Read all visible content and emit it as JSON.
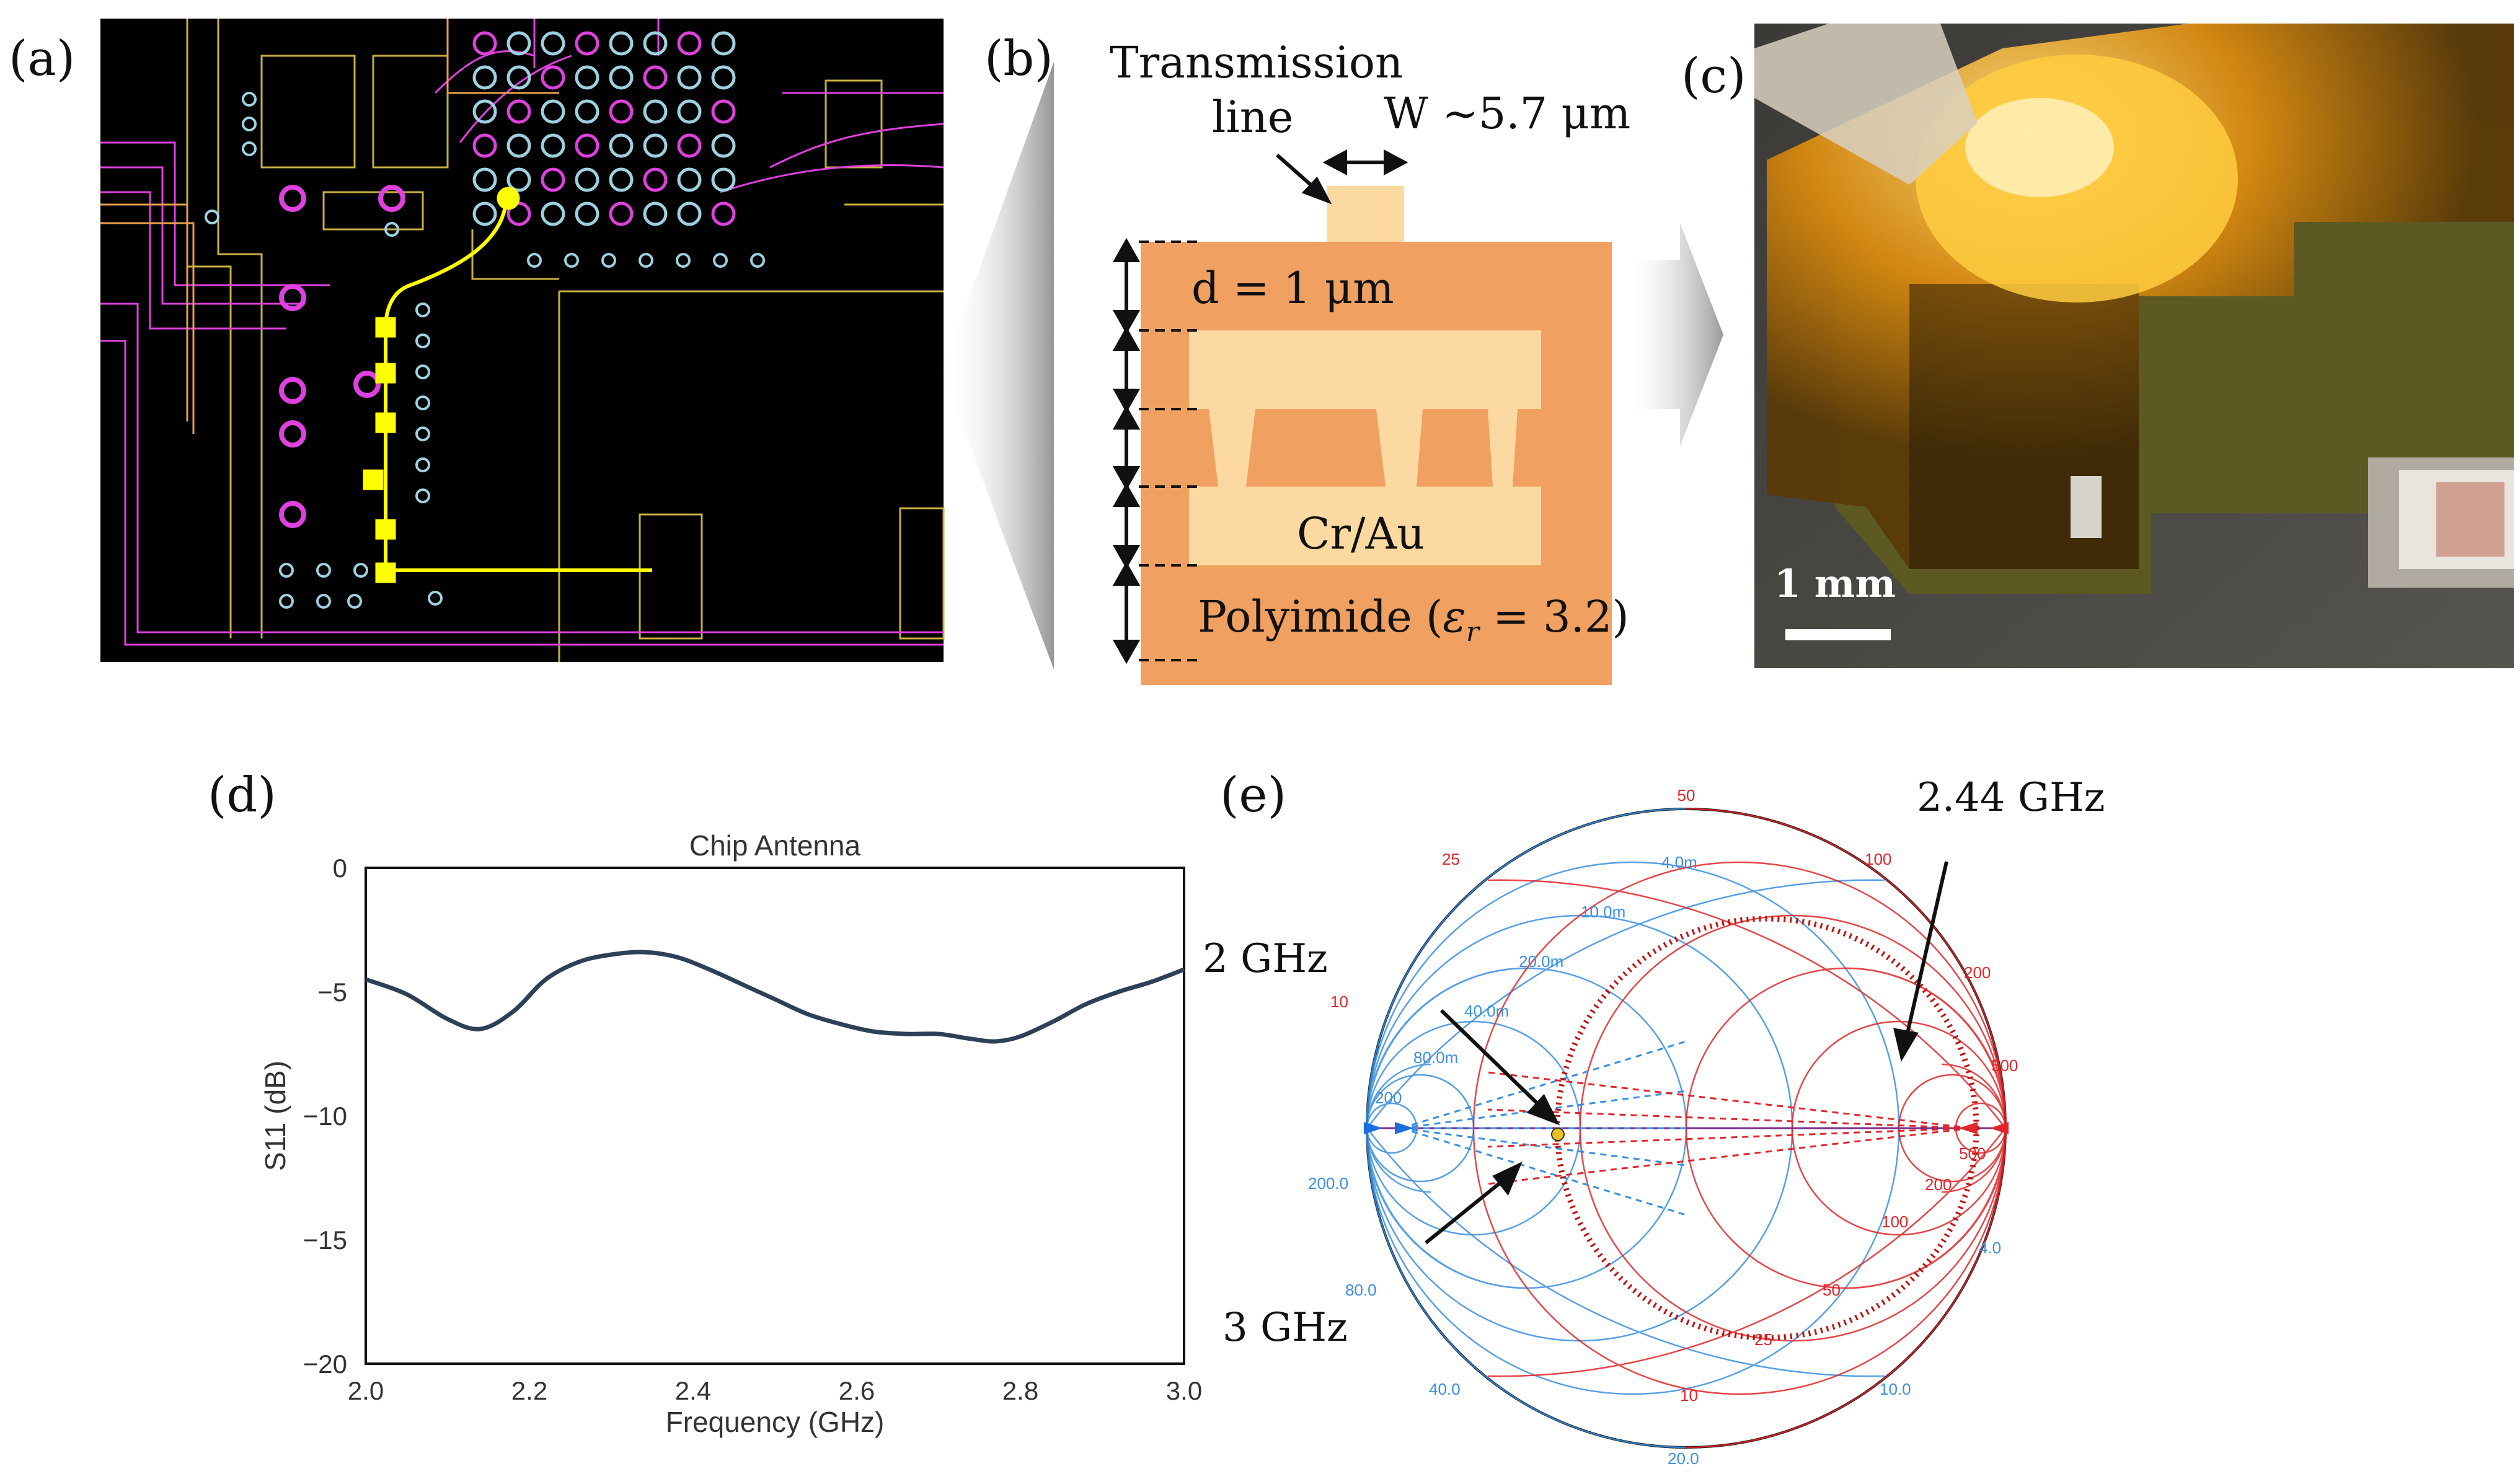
{
  "panels": {
    "a": "(a)",
    "b": "(b)",
    "c": "(c)",
    "d": "(d)",
    "e": "(e)"
  },
  "cross_section": {
    "tl_label_1": "Transmission",
    "tl_label_2": "line",
    "width_label": "W ~5.7 μm",
    "d_label": "d = 1 μm",
    "metal_label": "Cr/Au",
    "substrate_label_1": "Polyimide (",
    "substrate_label_eps": "ε",
    "substrate_label_sub": "r",
    "substrate_label_2": " = 3.2)",
    "colors": {
      "substrate": "#f0a060",
      "metal": "#fcd9a0"
    }
  },
  "photo": {
    "scale_bar_label": "1 mm"
  },
  "pcb": {
    "colors": {
      "background": "#000000",
      "trace": "#e040e0",
      "outline": "#c8b040",
      "highlight": "#ffff00",
      "via": "#9fd0e0"
    }
  },
  "smith": {
    "marker_2ghz": "2 GHz",
    "marker_244ghz": "2.44 GHz",
    "marker_3ghz": "3 GHz",
    "top_label": "50",
    "red_labels": [
      "25",
      "100",
      "10",
      "200",
      "500",
      "500",
      "200",
      "100",
      "50",
      "25",
      "10"
    ],
    "blue_labels": [
      "4.0m",
      "10.0m",
      "20.0m",
      "40.0m",
      "80.0m",
      "200",
      "200.0",
      "80.0",
      "40.0",
      "20.0",
      "10.0",
      "4.0"
    ],
    "colors": {
      "red": "#e0262a",
      "blue": "#3a8fe0",
      "trace": "#c01010"
    }
  },
  "chart_data": {
    "type": "line",
    "title": "Chip Antenna",
    "xlabel": "Frequency (GHz)",
    "ylabel": "S11 (dB)",
    "xlim": [
      2.0,
      3.0
    ],
    "ylim": [
      -20,
      0
    ],
    "xticks": [
      "2.0",
      "2.2",
      "2.4",
      "2.6",
      "2.8",
      "3.0"
    ],
    "yticks": [
      "0",
      "−5",
      "−10",
      "−15",
      "−20"
    ],
    "grid": false,
    "color": "#2e4057",
    "series": [
      {
        "x": [
          2.0,
          2.05,
          2.1,
          2.14,
          2.18,
          2.22,
          2.26,
          2.3,
          2.34,
          2.38,
          2.42,
          2.46,
          2.5,
          2.54,
          2.58,
          2.62,
          2.66,
          2.7,
          2.74,
          2.77,
          2.8,
          2.84,
          2.88,
          2.92,
          2.96,
          3.0
        ],
        "y": [
          -4.5,
          -5.1,
          -6.1,
          -6.5,
          -5.8,
          -4.5,
          -3.8,
          -3.5,
          -3.4,
          -3.6,
          -4.1,
          -4.7,
          -5.3,
          -5.9,
          -6.3,
          -6.6,
          -6.7,
          -6.7,
          -6.9,
          -7.0,
          -6.8,
          -6.2,
          -5.5,
          -5.0,
          -4.6,
          -4.1
        ]
      }
    ]
  }
}
